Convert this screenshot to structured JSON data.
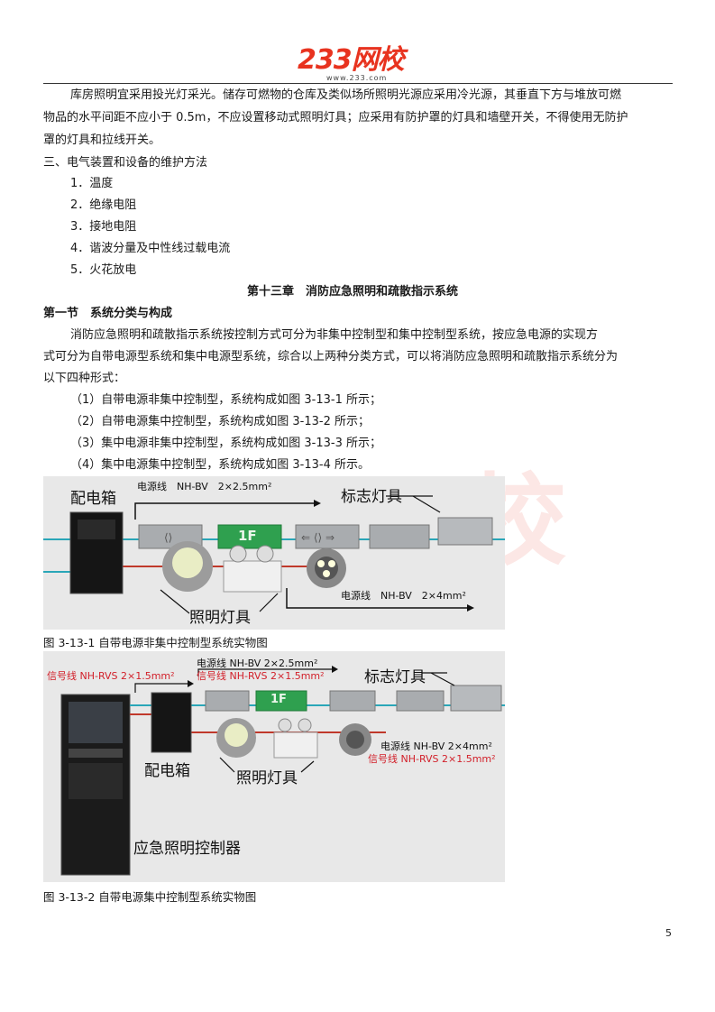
{
  "header": {
    "logo_main": "233网校",
    "logo_url": "www.233.com"
  },
  "paragraphs": {
    "p1_line1": "库房照明宜采用投光灯采光。储存可燃物的仓库及类似场所照明光源应采用冷光源，其垂直下方与堆放可燃",
    "p1_line2": "物品的水平间距不应小于 0.5m，不应设置移动式照明灯具；应采用有防护罩的灯具和墙壁开关，不得使用无防护",
    "p1_line3": "罩的灯具和拉线开关。",
    "section3": "三、电气装置和设备的维护方法",
    "items": [
      "1．温度",
      "2．绝缘电阻",
      "3．接地电阻",
      "4．谐波分量及中性线过载电流",
      "5．火花放电"
    ],
    "chapter": "第十三章　消防应急照明和疏散指示系统",
    "section1": "第一节　系统分类与构成",
    "p2_line1": "消防应急照明和疏散指示系统按控制方式可分为非集中控制型和集中控制型系统，按应急电源的实现方",
    "p2_line2": "式可分为自带电源型系统和集中电源型系统，综合以上两种分类方式，可以将消防应急照明和疏散指示系统分为",
    "p2_line3": "以下四种形式：",
    "forms": [
      "（1）自带电源非集中控制型，系统构成如图 3-13-1 所示；",
      "（2）自带电源集中控制型，系统构成如图 3-13-2 所示；",
      "（3）集中电源非集中控制型，系统构成如图 3-13-3 所示；",
      "（4）集中电源集中控制型，系统构成如图 3-13-4 所示。"
    ]
  },
  "figure1": {
    "distribution_box": "配电箱",
    "power_line": "电源线　NH-BV　2×2.5mm²",
    "sign_lights": "标志灯具",
    "floor_sign": "1F",
    "lighting": "照明灯具",
    "power_line2": "电源线　NH-BV　2×4mm²",
    "caption": "图 3-13-1 自带电源非集中控制型系统实物图"
  },
  "figure2": {
    "signal_line_left": "信号线  NH-RVS  2×1.5mm²",
    "power_line": "电源线  NH-BV  2×2.5mm²",
    "signal_line_top": "信号线  NH-RVS  2×1.5mm²",
    "sign_lights": "标志灯具",
    "floor_sign": "1F",
    "power_line2": "电源线  NH-BV  2×4mm²",
    "signal_line_right": "信号线  NH-RVS  2×1.5mm²",
    "distribution_box": "配电箱",
    "lighting": "照明灯具",
    "controller": "应急照明控制器",
    "caption": "图 3-13-2 自带电源集中控制型系统实物图"
  },
  "watermark": "网校",
  "page_number": "5",
  "colors": {
    "brand_red": "#e8331f",
    "signal_red": "#d2202a",
    "sign_green": "#2fa04f",
    "cable_cyan": "#2aa6b8"
  }
}
